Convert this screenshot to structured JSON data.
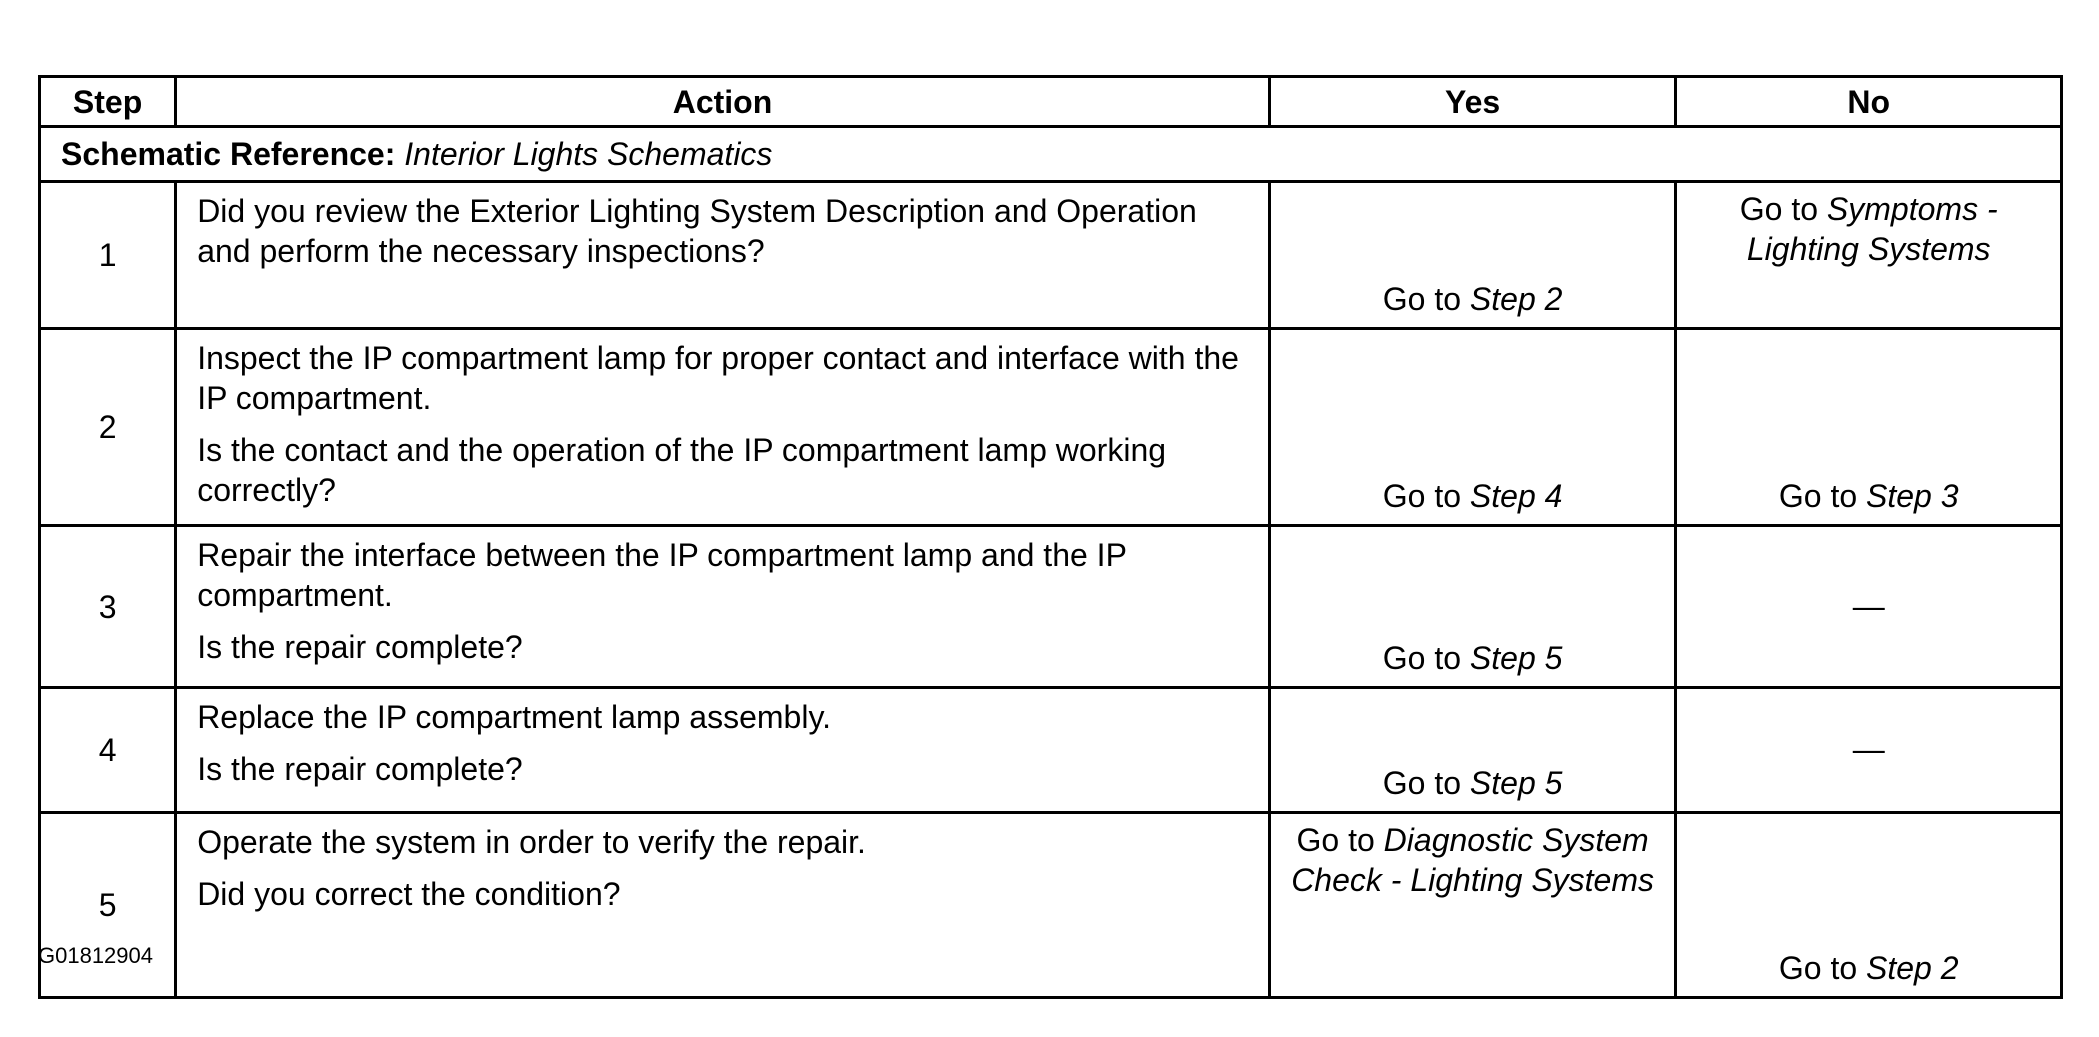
{
  "table": {
    "headers": {
      "step": "Step",
      "action": "Action",
      "yes": "Yes",
      "no": "No"
    },
    "schematic_reference": {
      "label": "Schematic Reference:",
      "value": "Interior Lights Schematics"
    },
    "rows": [
      {
        "step": "1",
        "action": [
          "Did you review the Exterior Lighting System Description and Operation and perform the necessary inspections?"
        ],
        "yes": {
          "lead": "Go to ",
          "target": "Step  2"
        },
        "no": {
          "lead": "Go to ",
          "target": "Symptoms - Lighting Systems"
        }
      },
      {
        "step": "2",
        "action": [
          "Inspect the IP compartment lamp for proper contact and interface with the IP compartment.",
          "Is the contact and the operation of the IP compartment lamp working correctly?"
        ],
        "yes": {
          "lead": "Go to ",
          "target": "Step  4"
        },
        "no": {
          "lead": "Go to ",
          "target": "Step  3"
        }
      },
      {
        "step": "3",
        "action": [
          "Repair the interface between the IP compartment lamp and the IP compartment.",
          "Is the repair complete?"
        ],
        "yes": {
          "lead": "Go to ",
          "target": "Step 5"
        },
        "no": {
          "lead": "—",
          "target": ""
        }
      },
      {
        "step": "4",
        "action": [
          "Replace the IP compartment lamp assembly.",
          "Is the repair complete?"
        ],
        "yes": {
          "lead": "Go to ",
          "target": "Step 5"
        },
        "no": {
          "lead": "—",
          "target": ""
        }
      },
      {
        "step": "5",
        "action": [
          "Operate the system in order to verify the repair.",
          "Did you correct the condition?"
        ],
        "yes": {
          "lead": "Go to ",
          "target": "Diagnostic System Check - Lighting Systems"
        },
        "no": {
          "lead": "Go to ",
          "target": "Step  2"
        }
      }
    ]
  },
  "figure_id": "G01812904"
}
